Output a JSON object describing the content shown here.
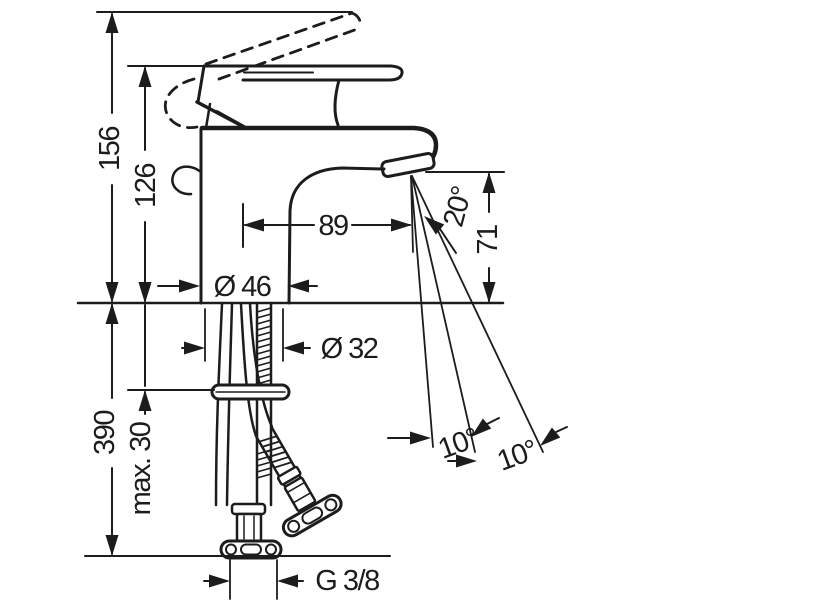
{
  "drawing": {
    "background_color": "#ffffff",
    "line_color": "#1c1c1c",
    "annotations": {
      "overall_height": "156",
      "body_height": "126",
      "spout_reach": "89",
      "spout_height": "71",
      "stream_angle": "20°",
      "body_diameter": "Ø 46",
      "mounting_hole_diameter": "Ø 32",
      "below_deck_length": "390",
      "max_deck_thickness": "max. 30",
      "swivel_angle_inner": "10°",
      "swivel_angle_outer": "10°",
      "connection_thread": "G 3/8"
    }
  }
}
